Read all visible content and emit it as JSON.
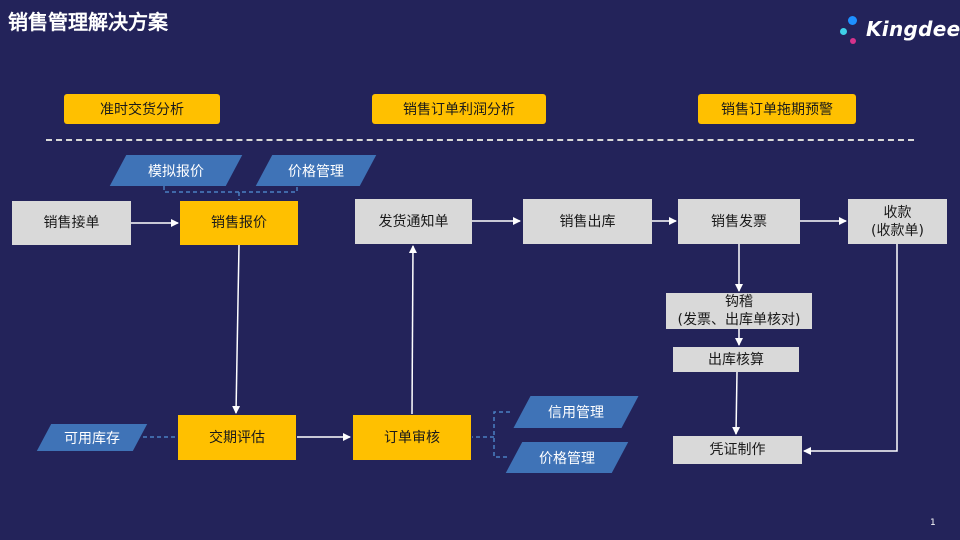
{
  "title": "销售管理解决方案",
  "logo": {
    "text": "Kingdee"
  },
  "top_pills": [
    "准时交货分析",
    "销售订单利润分析",
    "销售订单拖期预警"
  ],
  "nodes": {
    "sales_receive": "销售接单",
    "sales_quote": "销售报价",
    "delivery_notice": "发货通知单",
    "sales_outbound": "销售出库",
    "sales_invoice": "销售发票",
    "receipt_line1": "收款",
    "receipt_line2": "(收款单)",
    "verify_line1": "钩稽",
    "verify_line2": "(发票、出库单核对)",
    "outbound_accounting": "出库核算",
    "voucher": "凭证制作",
    "delivery_eval": "交期评估",
    "order_review": "订单审核"
  },
  "parallelograms": {
    "simulated_quote": "模拟报价",
    "price_mgmt_top": "价格管理",
    "available_stock": "可用库存",
    "credit_mgmt": "信用管理",
    "price_mgmt_bottom": "价格管理"
  },
  "page_number": "1",
  "colors": {
    "background": "#23235a",
    "gold": "#ffc000",
    "gray_box": "#d9d9d9",
    "parallelogram": "#3f73b7",
    "dashed_connector": "#4a7fc1"
  }
}
